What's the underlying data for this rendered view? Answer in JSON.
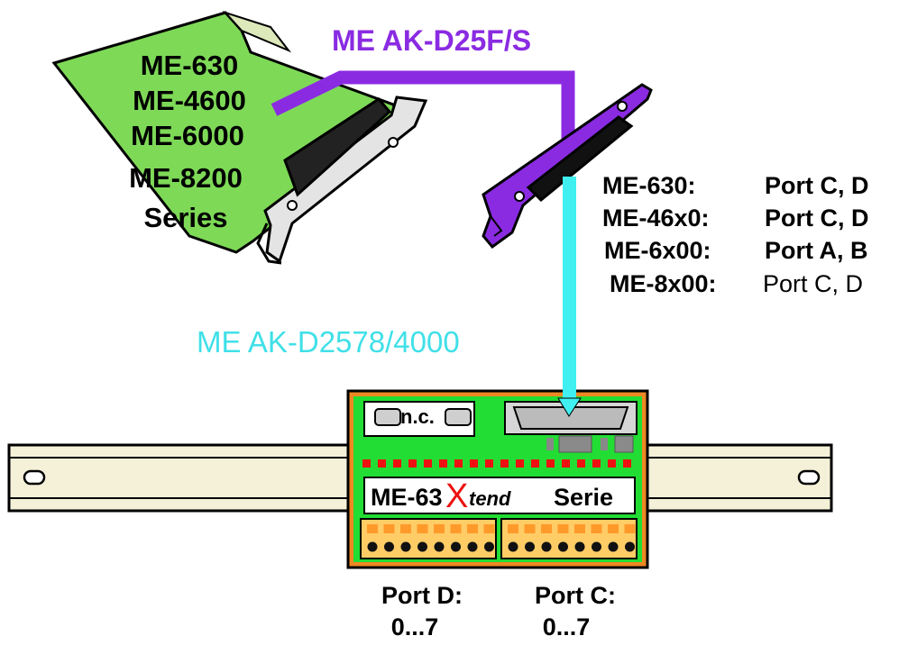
{
  "pc_card": {
    "labels": [
      "ME-630",
      "ME-4600",
      "ME-6000",
      "ME-8200",
      "Series"
    ]
  },
  "cables": {
    "purple_label": "ME AK-D25F/S",
    "cyan_label": "ME AK-D2578/4000"
  },
  "port_table": [
    {
      "card": "ME-630:",
      "ports": "Port C, D"
    },
    {
      "card": "ME-46x0:",
      "ports": "Port C, D"
    },
    {
      "card": "ME-6x00:",
      "ports": "Port A, B"
    },
    {
      "card": "ME-8x00:",
      "ports": "Port C, D"
    }
  ],
  "terminal_module": {
    "nc_label": "n.c.",
    "title_prefix": "ME-63",
    "title_x": "X",
    "title_tend": "tend",
    "title_suffix": "Serie"
  },
  "ports": [
    {
      "name": "Port D:",
      "range": "0...7"
    },
    {
      "name": "Port C:",
      "range": "0...7"
    }
  ],
  "colors": {
    "card_green": "#7ed957",
    "module_green": "#22dd33",
    "cable_purple": "#8a2be2",
    "cable_cyan": "#40f0f0",
    "terminal_orange": "#ff9a2a",
    "module_frame_orange": "#ee8822",
    "led_red": "#ee1111",
    "din_rail": "#f4f1d8"
  }
}
